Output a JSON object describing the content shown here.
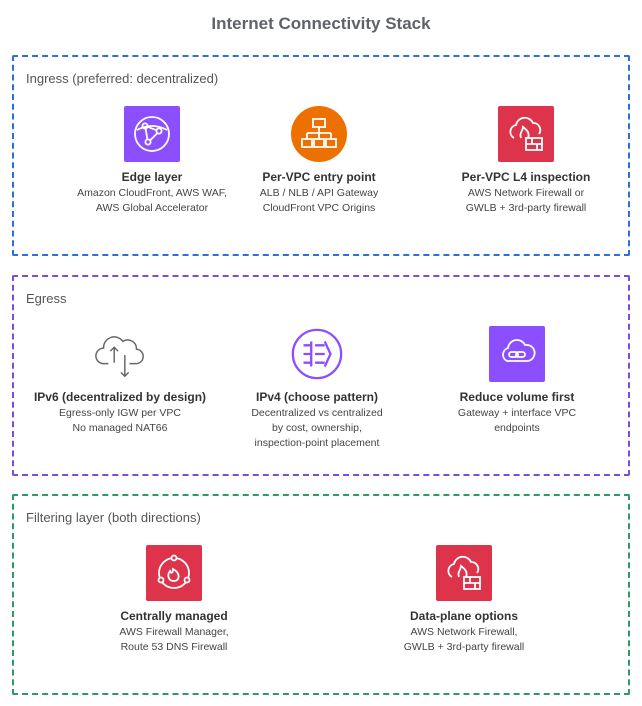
{
  "title": "Internet Connectivity Stack",
  "colors": {
    "ingress_border": "#2f6fdb",
    "egress_border": "#7a4ddc",
    "filter_border": "#2e9a6a",
    "purple_icon": "#8c4fff",
    "orange_icon": "#ed7100",
    "red_icon": "#dd344c"
  },
  "groups": {
    "ingress": {
      "label": "Ingress (preferred: decentralized)",
      "items": [
        {
          "icon": "edge-network-icon",
          "title": "Edge layer",
          "desc": "Amazon CloudFront, AWS WAF,\nAWS Global Accelerator"
        },
        {
          "icon": "load-balancer-icon",
          "title": "Per-VPC entry point",
          "desc": "ALB / NLB / API Gateway\nCloudFront VPC Origins"
        },
        {
          "icon": "network-firewall-icon",
          "title": "Per-VPC L4 inspection",
          "desc": "AWS Network Firewall or\nGWLB + 3rd-party firewall"
        }
      ]
    },
    "egress": {
      "label": "Egress",
      "items": [
        {
          "icon": "cloud-upload-download-icon",
          "title": "IPv6 (decentralized by design)",
          "desc": "Egress-only IGW per VPC\nNo managed NAT66"
        },
        {
          "icon": "nat-gateway-icon",
          "title": "IPv4 (choose pattern)",
          "desc": "Decentralized vs centralized\nby cost, ownership,\ninspection-point placement"
        },
        {
          "icon": "vpc-endpoints-icon",
          "title": "Reduce volume first",
          "desc": "Gateway + interface VPC\nendpoints"
        }
      ]
    },
    "filter": {
      "label": "Filtering layer (both directions)",
      "items": [
        {
          "icon": "firewall-manager-icon",
          "title": "Centrally managed",
          "desc": "AWS Firewall Manager,\nRoute 53 DNS Firewall"
        },
        {
          "icon": "network-firewall-icon",
          "title": "Data-plane options",
          "desc": "AWS Network Firewall,\nGWLB + 3rd-party firewall"
        }
      ]
    }
  }
}
